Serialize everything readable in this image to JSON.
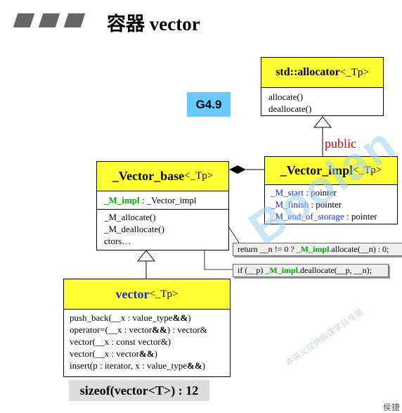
{
  "header": {
    "title": "容器 vector"
  },
  "version_badge": "G4.9",
  "inheritance_label": "public",
  "allocator": {
    "name": "std::allocator",
    "template": "<_Tp>",
    "methods": [
      "allocate()",
      "deallocate()"
    ]
  },
  "vector_impl": {
    "name": "_Vector_impl",
    "template": "<_Tp>",
    "fields": [
      {
        "name": "_M_start",
        "rest": " : pointer"
      },
      {
        "name": "_M_finish",
        "rest": " : pointer"
      },
      {
        "name": "_M_end_of_storage",
        "rest": " : pointer"
      }
    ]
  },
  "vector_base": {
    "name": "_Vector_base",
    "template": "<_Tp>",
    "field_name": "_M_impl",
    "field_rest": " : _Vector_impl",
    "methods": [
      "_M_allocate()",
      "_M_deallocate()",
      "ctors…"
    ]
  },
  "vector": {
    "name": "vector",
    "template": "<_Tp>",
    "methods": [
      {
        "pre": "push_back(__x : value_type",
        "bold": "&&",
        "post": ")"
      },
      {
        "pre": "operator=(__x : vector",
        "bold": "&&",
        "post": ") : vector&"
      },
      {
        "pre": "vector(__x : const vector&)",
        "bold": "",
        "post": ""
      },
      {
        "pre": "vector(__x : vector",
        "bold": "&&",
        "post": ")"
      },
      {
        "pre": "insert(p : iterator, x : value_type",
        "bold": "&&",
        "post": ")"
      }
    ]
  },
  "notes": {
    "allocate": {
      "pre": "return __n != 0 ? ",
      "green": "_M_impl",
      "post": ".allocate(__n) : 0;"
    },
    "deallocate": {
      "pre": "if (__p) ",
      "green": "_M_impl",
      "post": ".deallocate(__p, __n);"
    }
  },
  "sizeof_label": "sizeof(vector<T>) : 12",
  "watermark": {
    "main": "Boolan",
    "sub": "本讲义仅供购课学员专用"
  },
  "corner_text": "侯捷",
  "colors": {
    "class_header": "#ffff33",
    "badge": "#66ccff",
    "public": "#cc0000",
    "member_green": "#00aa00",
    "member_blue": "#1a2ccc"
  }
}
